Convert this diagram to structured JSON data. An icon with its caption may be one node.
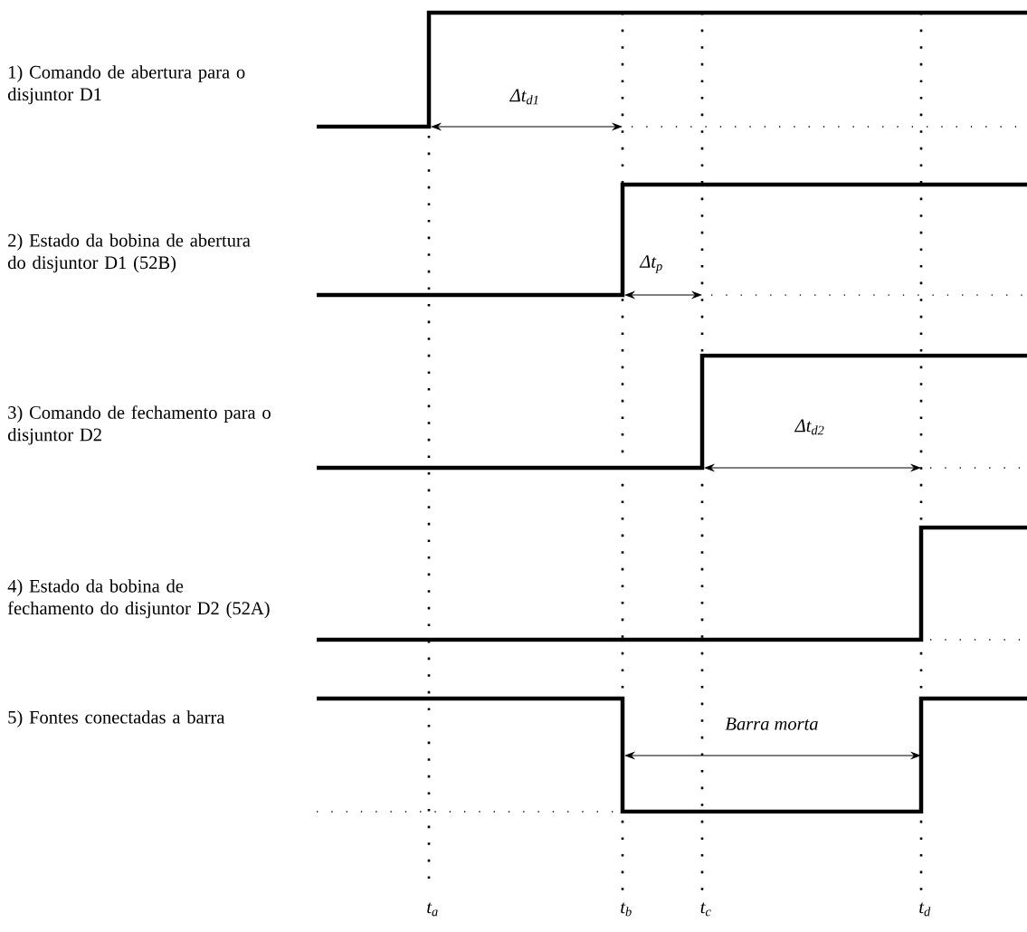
{
  "diagram": {
    "labels": [
      "1) Comando de abertura para o disjuntor D1",
      "2) Estado da bobina  de abertura do disjuntor D1 (52B)",
      "3) Comando de fechamento para o disjuntor D2",
      "4) Estado da bobina  de fechamento do disjuntor D2 (52A)",
      "5) Fontes conectadas a barra",
      "Δt$_{d1}$",
      "Δt$_{p}$",
      "Δt$_{d2}$",
      "Barra morta",
      "t$_{a}$",
      "t$_{b}$",
      "t$_{c}$",
      "t$_{d}$"
    ]
  }
}
